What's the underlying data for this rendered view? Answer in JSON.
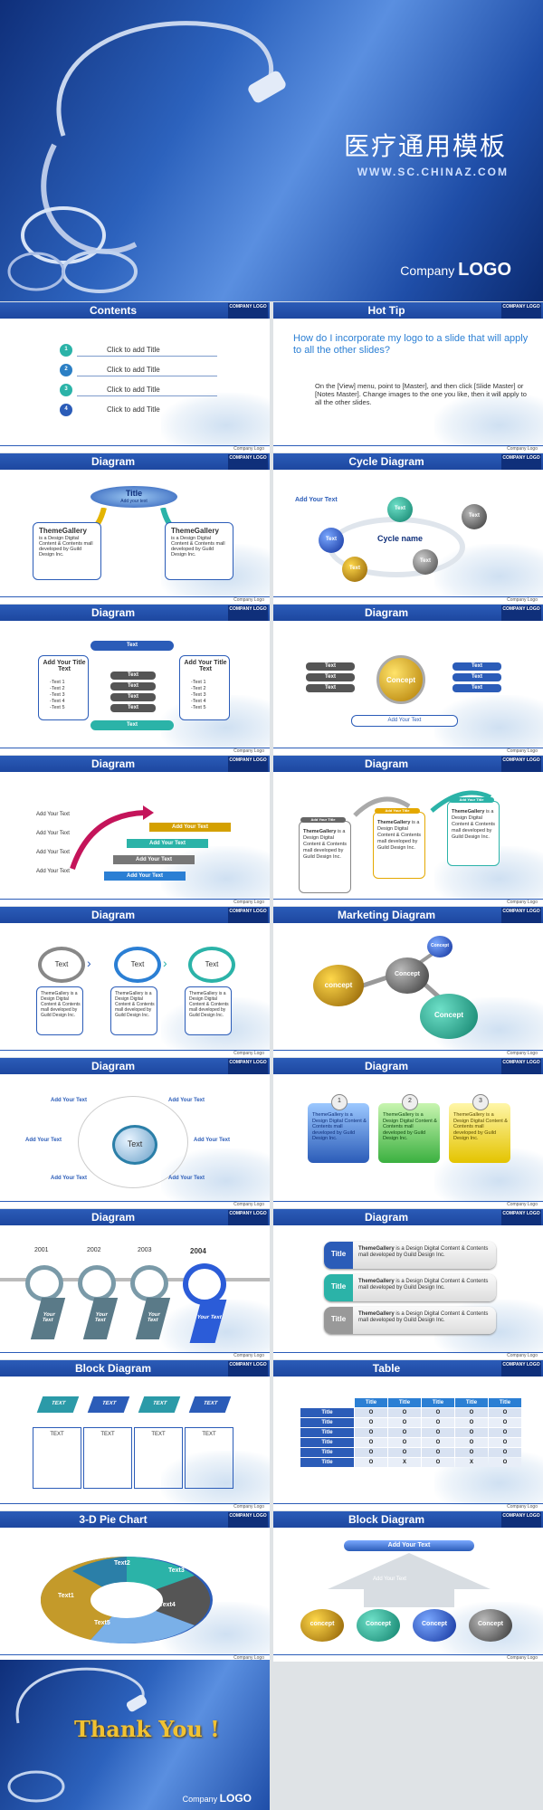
{
  "cover": {
    "title": "医疗通用模板",
    "url": "WWW.SC.CHINAZ.COM",
    "company": "Company",
    "logo": "LOGO"
  },
  "header_logo": "COMPANY LOGO",
  "footer": "Company Logo",
  "slides": {
    "contents": {
      "title": "Contents",
      "items": [
        {
          "num": "1",
          "label": "Click to add Title"
        },
        {
          "num": "2",
          "label": "Click to add Title"
        },
        {
          "num": "3",
          "label": "Click to add Title"
        },
        {
          "num": "4",
          "label": "Click to add Title"
        }
      ]
    },
    "hottip": {
      "title": "Hot Tip",
      "question": "How do I incorporate my logo to a slide that will apply to all the other slides?",
      "answer": "On the [View] menu, point to [Master], and then click [Slide Master] or [Notes Master]. Change images to the one you like, then it will apply to all the other slides."
    },
    "diagram1": {
      "title": "Diagram",
      "center_title": "Title",
      "center_sub": "Add your text",
      "left_title": "ThemeGallery",
      "left_body": "is a Design Digital Content & Contents mall developed by Guild Design Inc.",
      "right_title": "ThemeGallery",
      "right_body": "is a Design Digital Content & Contents mall developed by Guild Design Inc."
    },
    "cycle": {
      "title": "Cycle Diagram",
      "add": "Add Your Text",
      "center": "Cycle name",
      "nodes": [
        "Text",
        "Text",
        "Text",
        "Text",
        "Text"
      ]
    },
    "diagram2": {
      "title": "Diagram",
      "top": "Text",
      "bottom": "Text",
      "stack": [
        "Text",
        "Text",
        "Text",
        "Text"
      ],
      "left_title": "Add Your Title Text",
      "right_title": "Add Your Title Text",
      "bullets": [
        "-Text 1",
        "-Text 2",
        "-Text 3",
        "-Text 4",
        "-Text 5"
      ]
    },
    "diagram3": {
      "title": "Diagram",
      "center": "Concept",
      "left": [
        "Text",
        "Text",
        "Text"
      ],
      "right": [
        "Text",
        "Text",
        "Text"
      ],
      "add": "Add Your Text"
    },
    "diagram4": {
      "title": "Diagram",
      "left": [
        "Add Your Text",
        "Add Your Text",
        "Add Your Text",
        "Add Your Text"
      ],
      "steps": [
        "Add Your Text",
        "Add Your Text",
        "Add Your Text",
        "Add Your Text"
      ]
    },
    "diagram5": {
      "title": "Diagram",
      "tab": "Add Your Title",
      "boxes": [
        {
          "title": "ThemeGallery",
          "body": "is a Design Digital Content & Contents mall developed by Guild Design Inc."
        },
        {
          "title": "ThemeGallery",
          "body": "is a Design Digital Content & Contents mall developed by Guild Design Inc."
        },
        {
          "title": "ThemeGallery",
          "body": "is a Design Digital Content & Contents mall developed by Guild Design Inc."
        }
      ]
    },
    "diagram6": {
      "title": "Diagram",
      "circles": [
        "Text",
        "Text",
        "Text"
      ],
      "body": "ThemeGallery is a Design Digital Content & Contents mall developed by Guild Design Inc."
    },
    "marketing": {
      "title": "Marketing Diagram",
      "nodes": [
        "concept",
        "Concept",
        "Concept",
        "Concept"
      ]
    },
    "diagram7": {
      "title": "Diagram",
      "center": "Text",
      "labels": [
        "Add Your Text",
        "Add Your Text",
        "Add Your Text",
        "Add Your Text",
        "Add Your Text",
        "Add Your Text"
      ]
    },
    "diagram8": {
      "title": "Diagram",
      "nums": [
        "1",
        "2",
        "3"
      ],
      "body": "ThemeGallery is a Design Digital Content & Contents mall developed by Guild Design Inc."
    },
    "diagram9": {
      "title": "Diagram",
      "years": [
        "2001",
        "2002",
        "2003",
        "2004"
      ],
      "label": "Your Text"
    },
    "diagram10": {
      "title": "Diagram",
      "rows": [
        {
          "tag": "Title",
          "strong": "ThemeGallery",
          "body": " is a Design Digital Content & Contents mall developed by Guild Design Inc."
        },
        {
          "tag": "Title",
          "strong": "ThemeGallery",
          "body": " is a Design Digital Content & Contents mall developed by Guild Design Inc."
        },
        {
          "tag": "Title",
          "strong": "ThemeGallery",
          "body": " is a Design Digital Content & Contents mall developed by Guild Design Inc."
        }
      ]
    },
    "block": {
      "title": "Block Diagram",
      "heads": [
        "TEXT",
        "TEXT",
        "TEXT",
        "TEXT"
      ],
      "cells": [
        "TEXT",
        "TEXT",
        "TEXT",
        "TEXT"
      ]
    },
    "table": {
      "title": "Table",
      "cols": [
        "Title",
        "Title",
        "Title",
        "Title",
        "Title"
      ],
      "rows": [
        {
          "h": "Title",
          "v": [
            "O",
            "O",
            "O",
            "O",
            "O"
          ]
        },
        {
          "h": "Title",
          "v": [
            "O",
            "O",
            "O",
            "O",
            "O"
          ]
        },
        {
          "h": "Title",
          "v": [
            "O",
            "O",
            "O",
            "O",
            "O"
          ]
        },
        {
          "h": "Title",
          "v": [
            "O",
            "O",
            "O",
            "O",
            "O"
          ]
        },
        {
          "h": "Title",
          "v": [
            "O",
            "O",
            "O",
            "O",
            "O"
          ]
        },
        {
          "h": "Title",
          "v": [
            "O",
            "X",
            "O",
            "X",
            "O"
          ]
        }
      ]
    },
    "pie": {
      "title": "3-D Pie Chart",
      "labels": [
        "Text1",
        "Text2",
        "Text3",
        "Text4",
        "Text5"
      ]
    },
    "block2": {
      "title": "Block Diagram",
      "top": "Add Your Text",
      "mid": "Add Your Text",
      "nodes": [
        "concept",
        "Concept",
        "Concept",
        "Concept"
      ]
    }
  },
  "thanks": {
    "text": "Thank You !",
    "company": "Company",
    "logo": "LOGO"
  }
}
